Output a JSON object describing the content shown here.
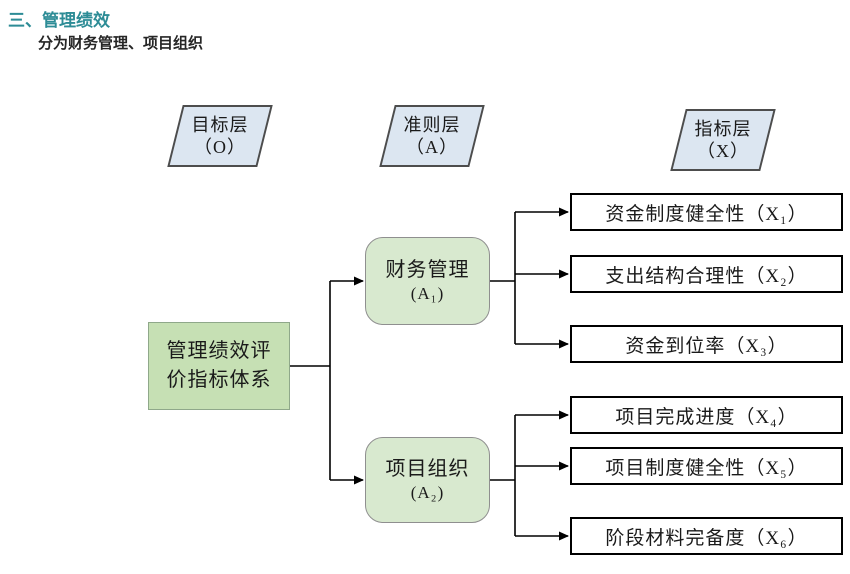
{
  "page": {
    "title": "三、管理绩效",
    "subtitle": "分为财务管理、项目组织"
  },
  "diagram": {
    "layers": [
      {
        "label": "目标层",
        "sub": "（O）"
      },
      {
        "label": "准则层",
        "sub": "（A）"
      },
      {
        "label": "指标层",
        "sub": "（X）"
      }
    ],
    "root": {
      "label": "管理绩效评价指标体系"
    },
    "criteria": [
      {
        "label": "财务管理",
        "code": "(A₁)"
      },
      {
        "label": "项目组织",
        "code": "(A₂)"
      }
    ],
    "indicators": [
      {
        "label": "资金制度健全性（X₁）"
      },
      {
        "label": "支出结构合理性（X₂）"
      },
      {
        "label": "资金到位率（X₃）"
      },
      {
        "label": "项目完成进度（X₄）"
      },
      {
        "label": "项目制度健全性（X₅）"
      },
      {
        "label": "阶段材料完备度（X₆）"
      }
    ],
    "colors": {
      "title": "#2d8c96",
      "header_fill": "#dce6f1",
      "root_fill": "#c6e0b4",
      "criteria_fill": "#d8e9cf",
      "leaf_fill": "#ffffff",
      "line": "#000000"
    }
  }
}
